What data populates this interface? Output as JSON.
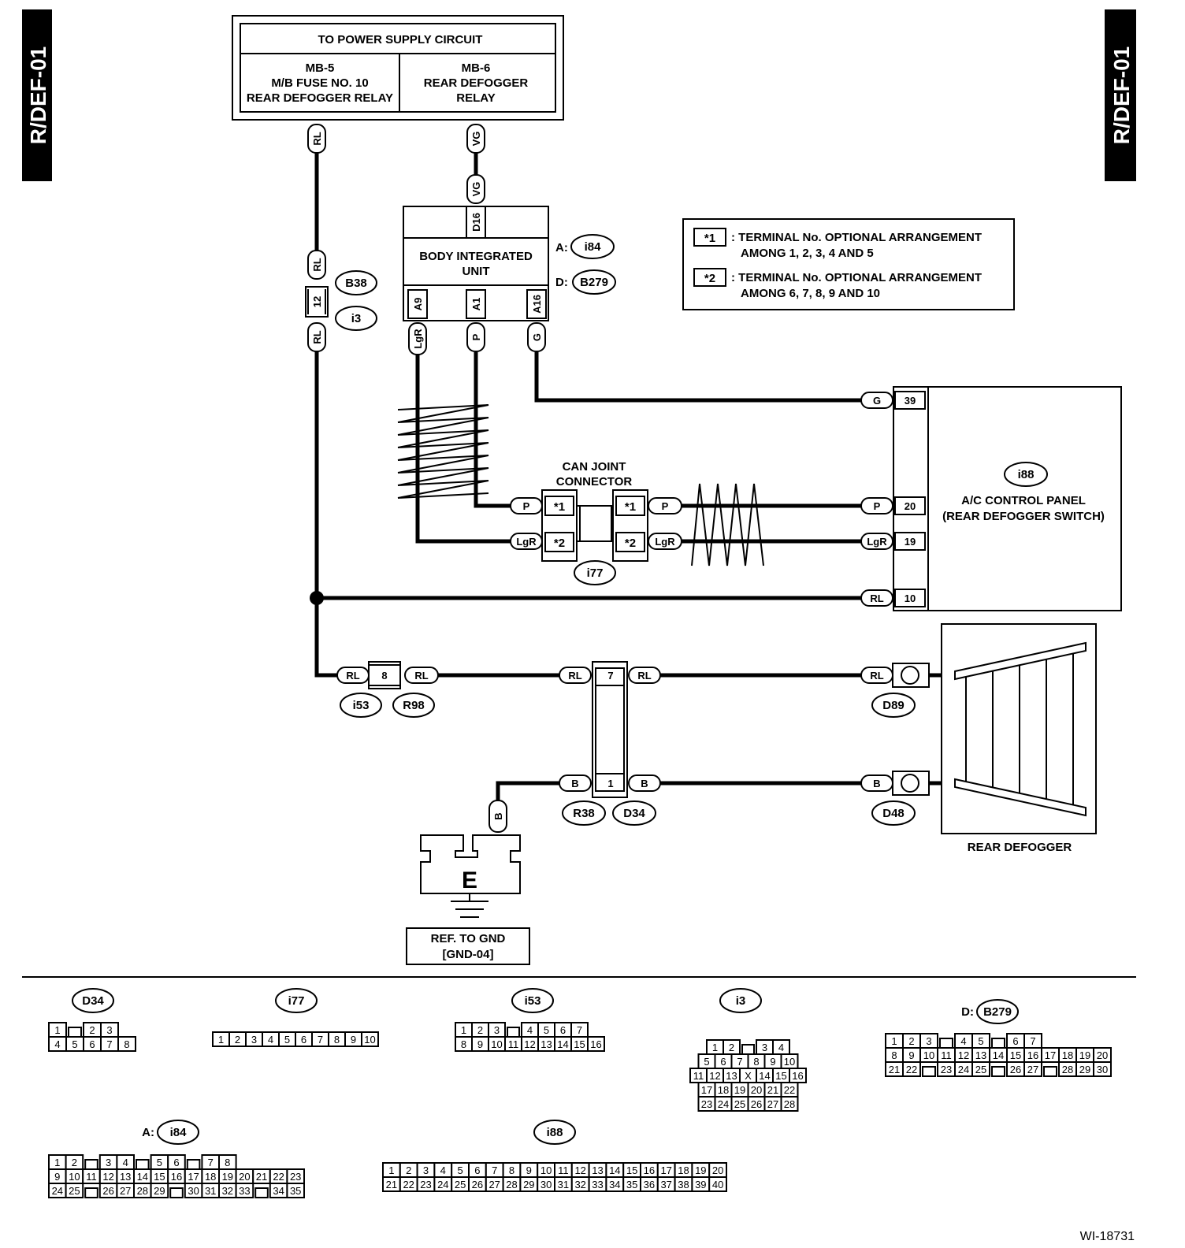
{
  "page_code": "R/DEF-01",
  "figure_id": "WI-18731",
  "power_supply": {
    "title": "TO POWER SUPPLY CIRCUIT",
    "left_lines": [
      "MB-5",
      "M/B FUSE NO. 10",
      "REAR DEFOGGER RELAY"
    ],
    "right_lines": [
      "MB-6",
      "REAR DEFOGGER",
      "RELAY"
    ]
  },
  "legend": {
    "n1_mark": "*1",
    "n1_lines": [
      ": TERMINAL No. OPTIONAL ARRANGEMENT",
      "AMONG 1, 2, 3, 4  AND 5"
    ],
    "n2_mark": "*2",
    "n2_lines": [
      ": TERMINAL No. OPTIONAL ARRANGEMENT",
      "AMONG 6, 7, 8, 9  AND 10"
    ]
  },
  "biu": {
    "lines": [
      "BODY INTEGRATED",
      "UNIT"
    ],
    "conn_a_prefix": "A:",
    "conn_a": "i84",
    "conn_d_prefix": "D:",
    "conn_d": "B279",
    "pin_top": "D16",
    "pins_bottom": [
      "A9",
      "A1",
      "A16"
    ]
  },
  "can": {
    "lines": [
      "CAN JOINT",
      "CONNECTOR"
    ],
    "connector": "i77",
    "t1": "*1",
    "t2": "*2"
  },
  "ac_panel": {
    "connector": "i88",
    "lines": [
      "A/C CONTROL PANEL",
      "(REAR DEFOGGER SWITCH)"
    ],
    "pins": [
      "39",
      "20",
      "19",
      "10"
    ]
  },
  "defogger": {
    "label": "REAR DEFOGGER",
    "conn_top": "D89",
    "conn_bottom": "D48"
  },
  "ground": {
    "symbol": "E",
    "ref_lines": [
      "REF. TO GND",
      "[GND-04]"
    ]
  },
  "wires": {
    "RL": "RL",
    "VG": "VG",
    "LgR": "LgR",
    "P": "P",
    "G": "G",
    "B": "B"
  },
  "joints": {
    "b38": "B38",
    "i3": "i3",
    "pin12": "12",
    "i53": "i53",
    "r98": "R98",
    "pin8": "8",
    "r38": "R38",
    "d34": "D34",
    "pin7": "7",
    "pin1": "1"
  },
  "connector_views": [
    {
      "id": "D34",
      "rows": [
        [
          "1",
          "",
          "2",
          "3"
        ],
        [
          "4",
          "5",
          "6",
          "7",
          "8"
        ]
      ]
    },
    {
      "id": "i77",
      "rows": [
        [
          "1",
          "2",
          "3",
          "4",
          "5",
          "6",
          "7",
          "8",
          "9",
          "10"
        ]
      ]
    },
    {
      "id": "i53",
      "rows": [
        [
          "1",
          "2",
          "3",
          "",
          "4",
          "5",
          "6",
          "7"
        ],
        [
          "8",
          "9",
          "10",
          "11",
          "12",
          "13",
          "14",
          "15",
          "16"
        ]
      ]
    },
    {
      "id": "i3",
      "rows": [
        [
          "1",
          "2",
          "",
          "3",
          "4"
        ],
        [
          "5",
          "6",
          "7",
          "8",
          "9",
          "10"
        ],
        [
          "11",
          "12",
          "13",
          "X",
          "14",
          "15",
          "16"
        ],
        [
          "17",
          "18",
          "19",
          "20",
          "21",
          "22"
        ],
        [
          "23",
          "24",
          "25",
          "26",
          "27",
          "28"
        ]
      ]
    },
    {
      "prefix": "D:",
      "id": "B279",
      "rows": [
        [
          "1",
          "2",
          "3",
          "",
          "4",
          "5",
          "",
          "6",
          "7"
        ],
        [
          "8",
          "9",
          "10",
          "11",
          "12",
          "13",
          "14",
          "15",
          "16",
          "17",
          "18",
          "19",
          "20"
        ],
        [
          "21",
          "22",
          "",
          "23",
          "24",
          "25",
          "",
          "26",
          "27",
          "",
          "28",
          "29",
          "30"
        ]
      ]
    },
    {
      "prefix": "A:",
      "id": "i84",
      "rows": [
        [
          "1",
          "2",
          "",
          "3",
          "4",
          "",
          "5",
          "6",
          "",
          "7",
          "8"
        ],
        [
          "9",
          "10",
          "11",
          "12",
          "13",
          "14",
          "15",
          "16",
          "17",
          "18",
          "19",
          "20",
          "21",
          "22",
          "23"
        ],
        [
          "24",
          "25",
          "",
          "26",
          "27",
          "28",
          "29",
          "",
          "30",
          "31",
          "32",
          "33",
          "",
          "34",
          "35"
        ]
      ]
    },
    {
      "id": "i88",
      "rows": [
        [
          "1",
          "2",
          "3",
          "4",
          "5",
          "6",
          "7",
          "8",
          "9",
          "10",
          "11",
          "12",
          "13",
          "14",
          "15",
          "16",
          "17",
          "18",
          "19",
          "20"
        ],
        [
          "21",
          "22",
          "23",
          "24",
          "25",
          "26",
          "27",
          "28",
          "29",
          "30",
          "31",
          "32",
          "33",
          "34",
          "35",
          "36",
          "37",
          "38",
          "39",
          "40"
        ]
      ]
    }
  ]
}
